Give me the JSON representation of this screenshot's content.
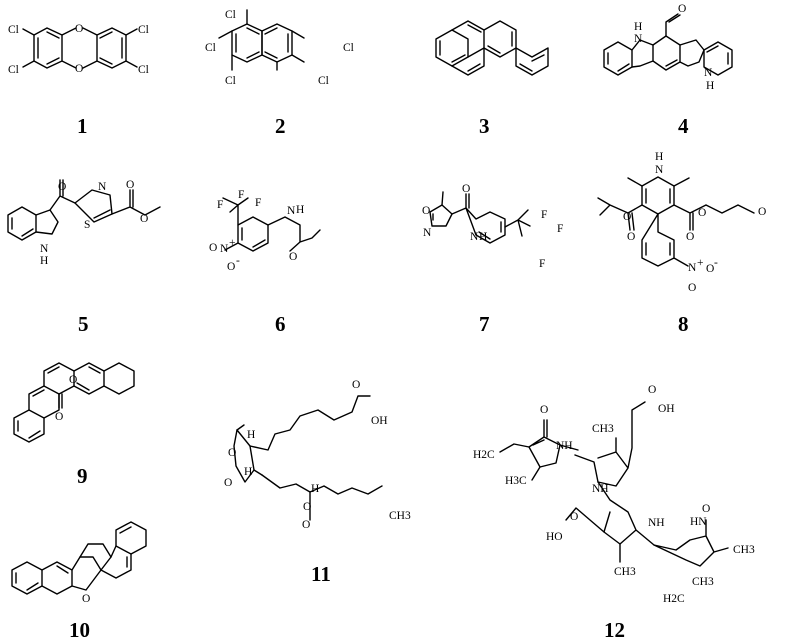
{
  "figure": {
    "compounds": [
      {
        "number": "1",
        "atoms": [
          "Cl",
          "Cl",
          "O",
          "O",
          "Cl",
          "Cl"
        ]
      },
      {
        "number": "2",
        "atoms": [
          "Cl",
          "Cl",
          "Cl",
          "Cl",
          "Cl"
        ]
      },
      {
        "number": "3",
        "atoms": []
      },
      {
        "number": "4",
        "atoms": [
          "H",
          "N",
          "O",
          "N",
          "H"
        ]
      },
      {
        "number": "5",
        "atoms": [
          "O",
          "N",
          "S",
          "O",
          "O",
          "N",
          "H"
        ]
      },
      {
        "number": "6",
        "atoms": [
          "F",
          "F",
          "F",
          "N",
          "H",
          "O",
          "N",
          "+",
          "O",
          "-",
          "O"
        ]
      },
      {
        "number": "7",
        "atoms": [
          "O",
          "N",
          "O",
          "N",
          "H",
          "F",
          "F",
          "F"
        ]
      },
      {
        "number": "8",
        "atoms": [
          "H",
          "N",
          "O",
          "O",
          "O",
          "O",
          "O",
          "N",
          "+",
          "O",
          "-",
          "O"
        ]
      },
      {
        "number": "9",
        "atoms": [
          "O",
          "O"
        ]
      },
      {
        "number": "10",
        "atoms": [
          "O"
        ]
      },
      {
        "number": "11",
        "atoms": [
          "OH",
          "O",
          "H",
          "O",
          "H",
          "O",
          "O",
          "H",
          "CH3",
          "O"
        ]
      },
      {
        "number": "12",
        "atoms": [
          "O",
          "NH",
          "H2C",
          "CH3",
          "H3C",
          "NH",
          "O",
          "OH",
          "NH",
          "HO",
          "O",
          "CH3",
          "HN",
          "O",
          "CH3",
          "H2C",
          "CH3"
        ]
      }
    ]
  }
}
